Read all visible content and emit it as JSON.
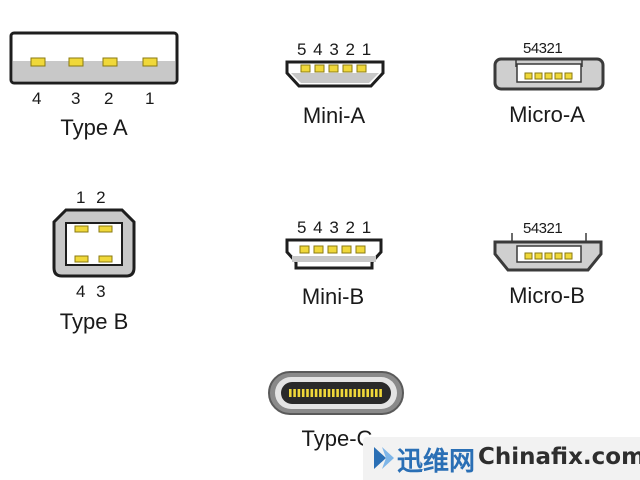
{
  "connectors": {
    "type_a": {
      "label": "Type A",
      "pins": [
        "4",
        "3",
        "2",
        "1"
      ]
    },
    "mini_a": {
      "label": "Mini-A",
      "pins": "5 4 3 2 1"
    },
    "micro_a": {
      "label": "Micro-A",
      "pins": "54321"
    },
    "type_b": {
      "label": "Type B",
      "pins_top": "1 2",
      "pins_bottom": "4 3"
    },
    "mini_b": {
      "label": "Mini-B",
      "pins": "5 4 3 2 1"
    },
    "micro_b": {
      "label": "Micro-B",
      "pins": "54321"
    },
    "type_c": {
      "label": "Type-C"
    }
  },
  "watermark": {
    "cn": "迅维网",
    "en": "Chinafix.com"
  },
  "colors": {
    "pin": "#f0d83a",
    "outline": "#1e1e1e",
    "gray": "#c8c8c8",
    "dark": "#3a3a3a"
  }
}
